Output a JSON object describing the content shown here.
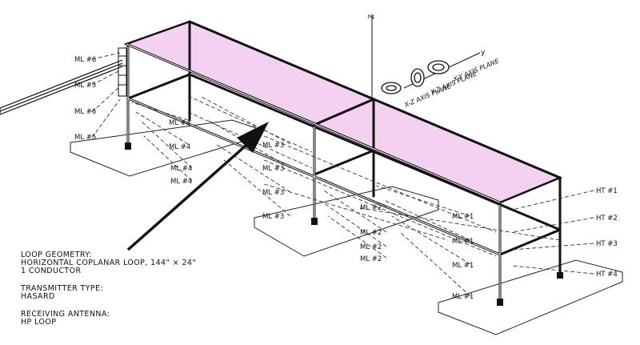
{
  "axis_labels": {
    "z": "Z",
    "y": "y"
  },
  "planes": [
    {
      "label": "X-Y AXIS PLANE"
    },
    {
      "label": "Y-Z AXIS PLANE"
    },
    {
      "label": "X-Z AXIS PLANE"
    }
  ],
  "ml_left": [
    "ML #6",
    "ML #5",
    "ML #6",
    "ML #5"
  ],
  "ml_mid_left": [
    "ML #4",
    "ML #4",
    "ML #4",
    "ML #4"
  ],
  "ml_mid": [
    "ML #3",
    "ML #3",
    "ML #3",
    "ML #3"
  ],
  "ml_center": [
    "ML #2",
    "ML #2",
    "ML #2",
    "ML #2"
  ],
  "ml_right": [
    "ML #1",
    "ML #1",
    "ML #1",
    "ML #1"
  ],
  "ht": [
    "HT #1",
    "HT #2",
    "HT #3",
    "HT #4"
  ],
  "notes": {
    "loop_heading": "LOOP GEOMETRY:",
    "loop_line1": "HORIZONTAL COPLANAR LOOP, 144\" × 24\"",
    "loop_line2": "1 CONDUCTOR",
    "tx_heading": "TRANSMITTER TYPE:",
    "tx_value": "HASARD",
    "rx_heading": "RECEIVING ANTENNA:",
    "rx_value": "HP LOOP"
  },
  "colors": {
    "loop_fill": "#f3c9ef",
    "line": "#111111"
  }
}
